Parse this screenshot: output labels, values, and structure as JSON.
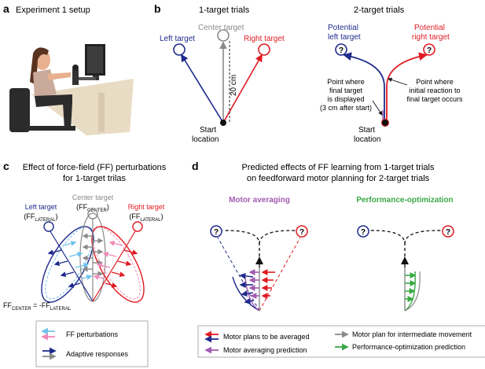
{
  "panels": {
    "a": {
      "letter": "a",
      "title": "Experiment 1 setup"
    },
    "b": {
      "letter": "b",
      "one_target_title": "1-target trials",
      "two_target_title": "2-target trials",
      "left_target": "Left target",
      "center_target": "Center target",
      "right_target": "Right target",
      "distance": "20 cm",
      "start_line1": "Start",
      "start_line2": "location",
      "potential_left_1": "Potential",
      "potential_left_2": "left target",
      "potential_right_1": "Potential",
      "potential_right_2": "right target",
      "point_displayed_lines": [
        "Point where",
        "final target",
        "is displayed",
        "(3 cm after start)"
      ],
      "point_reaction_lines": [
        "Point where",
        "initial reaction to",
        "final target occurs"
      ],
      "question": "?"
    },
    "c": {
      "letter": "c",
      "title_line1": "Effect of force-field (FF) perturbations",
      "title_line2": "for 1-target trilas",
      "left_label": "Left target",
      "center_label": "Center target",
      "right_label": "Right target",
      "ff": "FF",
      "lateral_sub": "LATERAL",
      "center_sub": "CENTER",
      "eq_lhs_sub": "CENTER",
      "eq_mid": " = -FF",
      "eq_rhs_sub": "LATERAL",
      "legend_ff": "FF perturbations",
      "legend_adaptive": "Adaptive responses"
    },
    "d": {
      "letter": "d",
      "title_line1": "Predicted effects of FF learning from 1-target trials",
      "title_line2": "on feedforward motor planning for 2-target trials",
      "averaging_title": "Motor averaging",
      "optimization_title": "Performance-optimization",
      "legend_motor_plans": "Motor plans to be averaged",
      "legend_averaging_prediction": "Motor averaging prediction",
      "legend_intermediate": "Motor plan for intermediate movement",
      "legend_optimization_prediction": "Performance-optimization prediction"
    }
  },
  "colors": {
    "blue": "#1f2a8c",
    "red": "#e01b22",
    "gray": "#8a8a8a",
    "light_blue": "#6fc3ec",
    "pink": "#f08ab8",
    "purple": "#a05cb0",
    "green": "#3aa845"
  }
}
